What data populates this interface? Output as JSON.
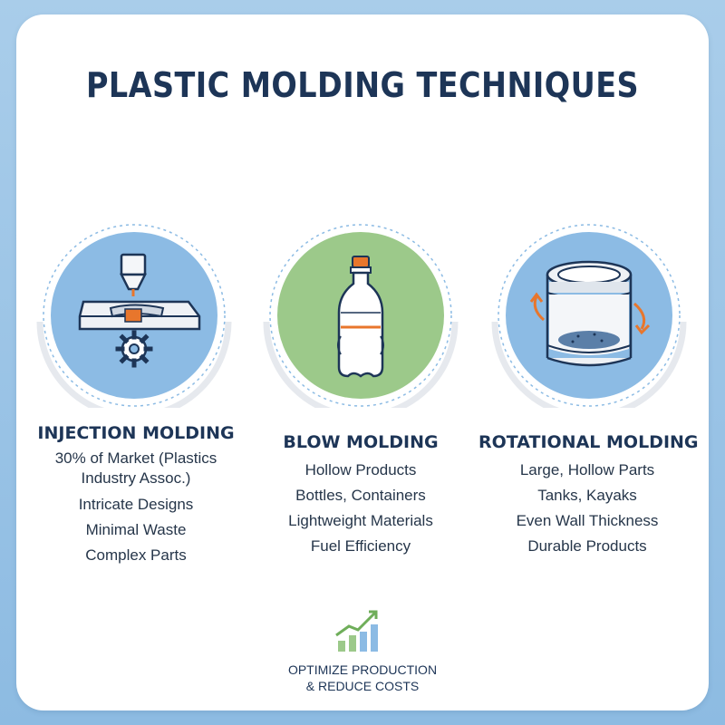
{
  "title": "PLASTIC MOLDING TECHNIQUES",
  "columns": [
    {
      "heading": "INJECTION MOLDING",
      "lines": [
        "30% of Market (Plastics",
        "Industry Assoc.)",
        "Intricate Designs",
        "Minimal Waste",
        "Complex Parts"
      ],
      "icon": "injection-mold-icon"
    },
    {
      "heading": "BLOW MOLDING",
      "lines": [
        "Hollow Products",
        "Bottles, Containers",
        "Lightweight Materials",
        "Fuel Efficiency"
      ],
      "icon": "bottle-icon"
    },
    {
      "heading": "ROTATIONAL MOLDING",
      "lines": [
        "Large, Hollow Parts",
        "Tanks, Kayaks",
        "Even Wall Thickness",
        "Durable Products"
      ],
      "icon": "rotating-drum-icon"
    }
  ],
  "footer": {
    "line1": "OPTIMIZE PRODUCTION",
    "line2": "& REDUCE COSTS",
    "icon": "growth-chart-icon"
  },
  "colors": {
    "title": "#1d3557",
    "blue_circle": "#8cbbe4",
    "green_circle": "#9cc98a",
    "accent_orange": "#e8762c",
    "background": "#a9cdea"
  }
}
